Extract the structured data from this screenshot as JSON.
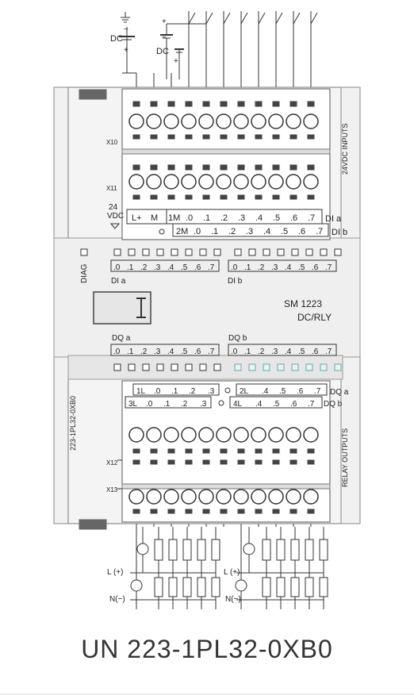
{
  "wiring_top": {
    "dc_supply": "DC",
    "dc_inputs": "DC",
    "plus": "+",
    "minus": "−"
  },
  "connectors": {
    "x10": "X10",
    "x11": "X11",
    "x12": "X12",
    "x13": "X13",
    "side_top": "24VDC INPUTS",
    "side_bottom": "RELAY OUTPUTS"
  },
  "supply": {
    "volts": "24",
    "vdc": "VDC",
    "lplus": "L+",
    "m": "M"
  },
  "input_rows": {
    "row1": [
      "1M",
      ".0",
      ".1",
      ".2",
      ".3",
      ".4",
      ".5",
      ".6",
      ".7"
    ],
    "row1_group": "DI a",
    "row2": [
      "2M",
      ".0",
      ".1",
      ".2",
      ".3",
      ".4",
      ".5",
      ".6",
      ".7"
    ],
    "row2_group": "DI b"
  },
  "status": {
    "diag": "DIAG",
    "dia_bits": [
      ".0",
      ".1",
      ".2",
      ".3",
      ".4",
      ".5",
      ".6",
      ".7"
    ],
    "dia_label": "DI a",
    "dib_bits": [
      ".0",
      ".1",
      ".2",
      ".3",
      ".4",
      ".5",
      ".6",
      ".7"
    ],
    "dib_label": "DI b",
    "dqa_label": "DQ a",
    "dqa_bits": [
      ".0",
      ".1",
      ".2",
      ".3",
      ".4",
      ".5",
      ".6",
      ".7"
    ],
    "dqb_label": "DQ b",
    "dqb_bits": [
      ".0",
      ".1",
      ".2",
      ".3",
      ".4",
      ".5",
      ".6",
      ".7"
    ]
  },
  "module": {
    "model": "SM 1223",
    "type": "DC/RLY",
    "order_no": "223-1PL32-0XB0"
  },
  "output_rows": {
    "row1": [
      "1L",
      ".0",
      ".1",
      ".2",
      ".3",
      "2L",
      ".4",
      ".5",
      ".6",
      ".7"
    ],
    "row1_group": "DQ a",
    "row2": [
      "3L",
      ".0",
      ".1",
      ".2",
      ".3",
      "4L",
      ".4",
      ".5",
      ".6",
      ".7"
    ],
    "row2_group": "DQ b"
  },
  "wiring_bottom": {
    "l_label": "L (+)",
    "n_label": "N(−)"
  },
  "caption": "UN 223-1PL32-0XB0"
}
